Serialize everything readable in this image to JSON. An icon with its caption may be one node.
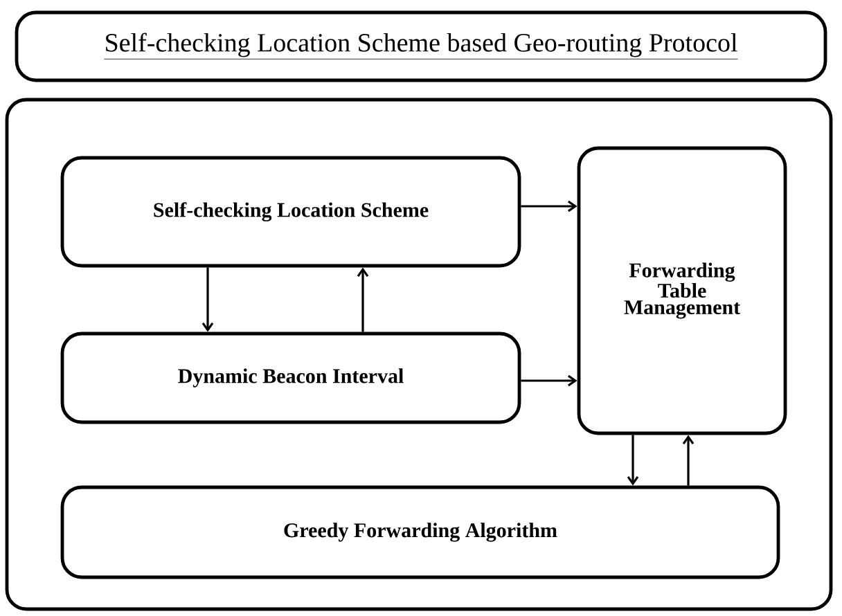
{
  "diagram": {
    "nodes": [
      {
        "text": [
          "Self-checking Location Scheme based  Geo-routing Protocol"
        ]
      },
      {
        "text": [],
        "shape": "box"
      },
      {
        "text": [
          "Self-checking Location Scheme"
        ],
        "in": 1
      },
      {
        "text": [
          "Dynamic Beacon Interval"
        ],
        "in": 1
      },
      {
        "text": [
          "Forwarding Table Management"
        ],
        "in": 1
      },
      {
        "text": [
          "Greedy Forwarding Algorithm"
        ],
        "in": 1
      }
    ],
    "edges": [
      {
        "from": 2,
        "to": 3,
        "arrow": "to"
      },
      {
        "from": 3,
        "to": 2,
        "arrow": "to"
      },
      {
        "from": 2,
        "to": 4,
        "arrow": "to"
      },
      {
        "from": 3,
        "to": 4,
        "arrow": "to"
      },
      {
        "from": 4,
        "to": 5,
        "arrow": "to"
      },
      {
        "from": 5,
        "to": 4,
        "arrow": "to"
      }
    ]
  }
}
